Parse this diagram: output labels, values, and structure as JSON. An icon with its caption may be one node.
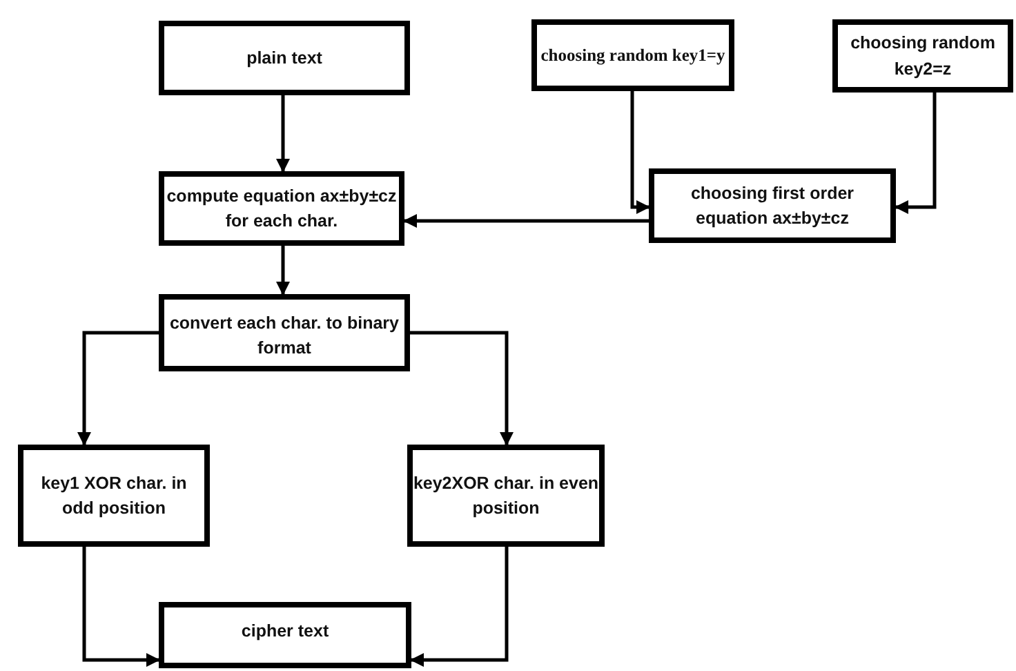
{
  "diagram": {
    "nodes": [
      {
        "text": [
          "plain text"
        ]
      },
      {
        "text": [
          "choosing random key1=y"
        ]
      },
      {
        "text": [
          "choosing random key2=z"
        ]
      },
      {
        "text": [
          "compute equation ax±by±cz for each char."
        ]
      },
      {
        "text": [
          "choosing first order equation ax±by±cz"
        ]
      },
      {
        "text": [
          "convert each char. to binary format"
        ]
      },
      {
        "text": [
          "key1 XOR char. in odd position"
        ]
      },
      {
        "text": [
          "key2XOR char. in even position"
        ]
      },
      {
        "text": [
          "cipher text"
        ]
      }
    ],
    "edges": [
      {
        "from": 0,
        "to": 3,
        "arrow": "to"
      },
      {
        "from": 1,
        "to": 4,
        "arrow": "to"
      },
      {
        "from": 2,
        "to": 4,
        "arrow": "to"
      },
      {
        "from": 4,
        "to": 3,
        "arrow": "to"
      },
      {
        "from": 3,
        "to": 5,
        "arrow": "to"
      },
      {
        "from": 5,
        "to": 6,
        "arrow": "to"
      },
      {
        "from": 5,
        "to": 7,
        "arrow": "to"
      },
      {
        "from": 6,
        "to": 8,
        "arrow": "to"
      },
      {
        "from": 7,
        "to": 8,
        "arrow": "to"
      }
    ]
  }
}
